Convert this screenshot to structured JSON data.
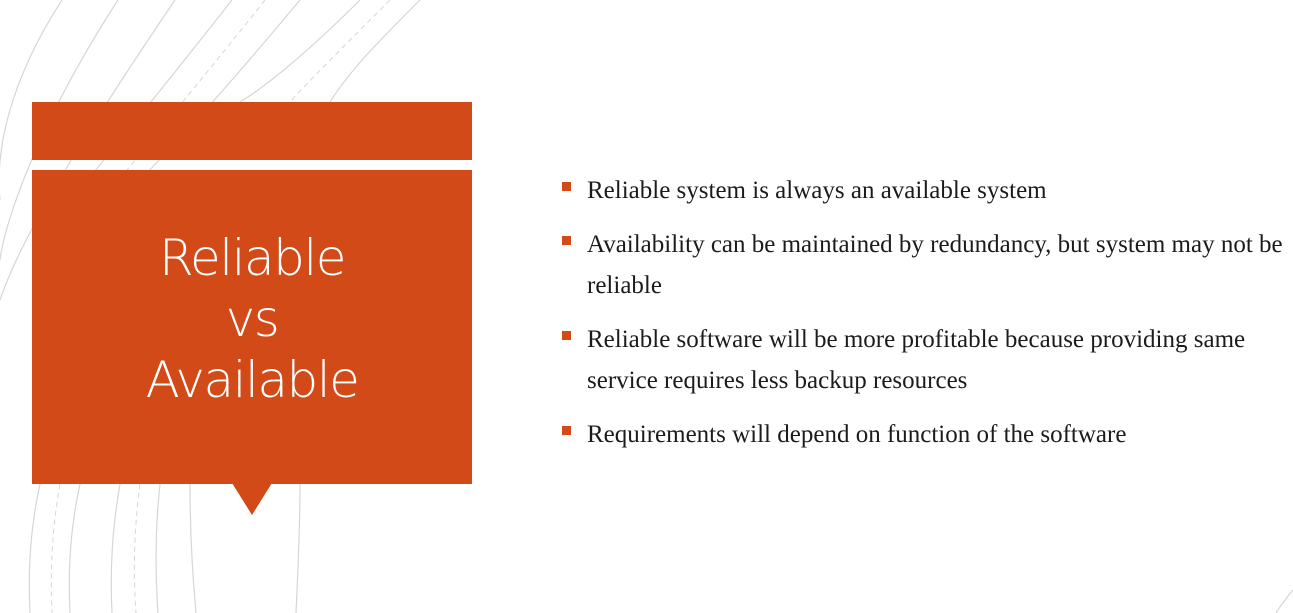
{
  "slide": {
    "title_lines": [
      "Reliable",
      "vs",
      "Available"
    ],
    "bullets": [
      "Reliable system is always an available system",
      "Availability can be maintained by redundancy, but system may not be reliable",
      "Reliable software will be more profitable because providing same service requires less backup resources",
      "Requirements will depend on function of the software"
    ]
  },
  "colors": {
    "accent": "#d24a18",
    "text": "#1b1b1b",
    "title_text": "#ffffff",
    "background": "#ffffff"
  },
  "icons": {
    "bullet_marker": "square-bullet-icon",
    "callout_pointer": "triangle-pointer-icon"
  }
}
